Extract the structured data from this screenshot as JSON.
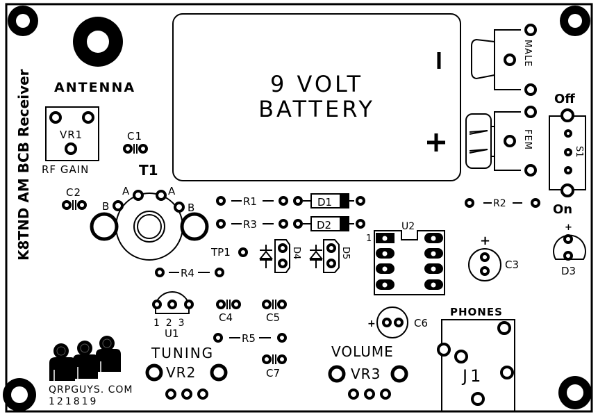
{
  "board": {
    "title": "K8TND AM BCB Receiver",
    "website": "QRPGUYS. COM",
    "revision": "121819",
    "colors": {
      "silkscreen": "#000000",
      "board": "#ffffff"
    }
  },
  "labels": {
    "antenna": "ANTENNA",
    "vr1": "VR1",
    "rf_gain": "RF  GAIN",
    "c1": "C1",
    "c2": "C2",
    "t1": "T1",
    "t1_pin_a": "A",
    "t1_pin_b": "B",
    "battery_line1": "9  VOLT",
    "battery_line2": "BATTERY",
    "battery_minus": "–",
    "battery_plus": "+",
    "male": "MALE",
    "fem": "FEM",
    "off": "Off",
    "on": "On",
    "s1": "S1",
    "r1": "R1",
    "r2": "R2",
    "r3": "R3",
    "r4": "R4",
    "r5": "R5",
    "d1": "D1",
    "d2": "D2",
    "d3": "D3",
    "d4": "D4",
    "d5": "D5",
    "tp1": "TP1",
    "u1": "U1",
    "u1_pins": "1  2  3",
    "u2": "U2",
    "u2_pin1": "1",
    "c3": "C3",
    "c4": "C4",
    "c5": "C5",
    "c6": "C6",
    "c7": "C7",
    "plus": "+",
    "tuning": "TUNING",
    "vr2": "VR2",
    "volume": "VOLUME",
    "vr3": "VR3",
    "phones": "PHONES",
    "j1": "J1"
  }
}
